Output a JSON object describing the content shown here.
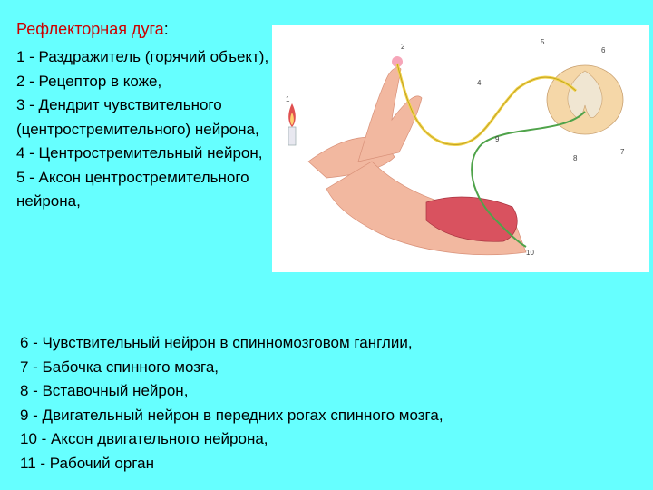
{
  "title": {
    "main": "Рефлекторная дуга",
    "colon": ":"
  },
  "legend_left": [
    "1 - Раздражитель (горячий объект),",
    "2 - Рецептор в коже,",
    "3 - Дендрит чувствительного (центростремительного) нейрона,",
    "4 - Центростремительный нейрон,",
    "5 - Аксон центростремительного нейрона,"
  ],
  "legend_bottom": [
    "6 - Чувствительный нейрон в спинномозговом ганглии,",
    "7 - Бабочка спинного мозга,",
    "8 - Вставочный нейрон,",
    "9 - Двигательный нейрон в передних рогах спинного мозга,",
    "10 - Аксон двигательного нейрона,",
    "11 - Рабочий орган"
  ],
  "figure_labels": {
    "n1": "1",
    "n2": "2",
    "n4": "4",
    "n5": "5",
    "n6": "6",
    "n7": "7",
    "n8": "8",
    "n9": "9",
    "n10": "10"
  },
  "colors": {
    "background": "#66FFFF",
    "title": "#CC0000",
    "skin": "#F2B8A0",
    "muscle": "#D9525F",
    "sensory_nerve": "#F2D34A",
    "motor_nerve": "#4FA34A",
    "cord": "#F5D7A8"
  }
}
